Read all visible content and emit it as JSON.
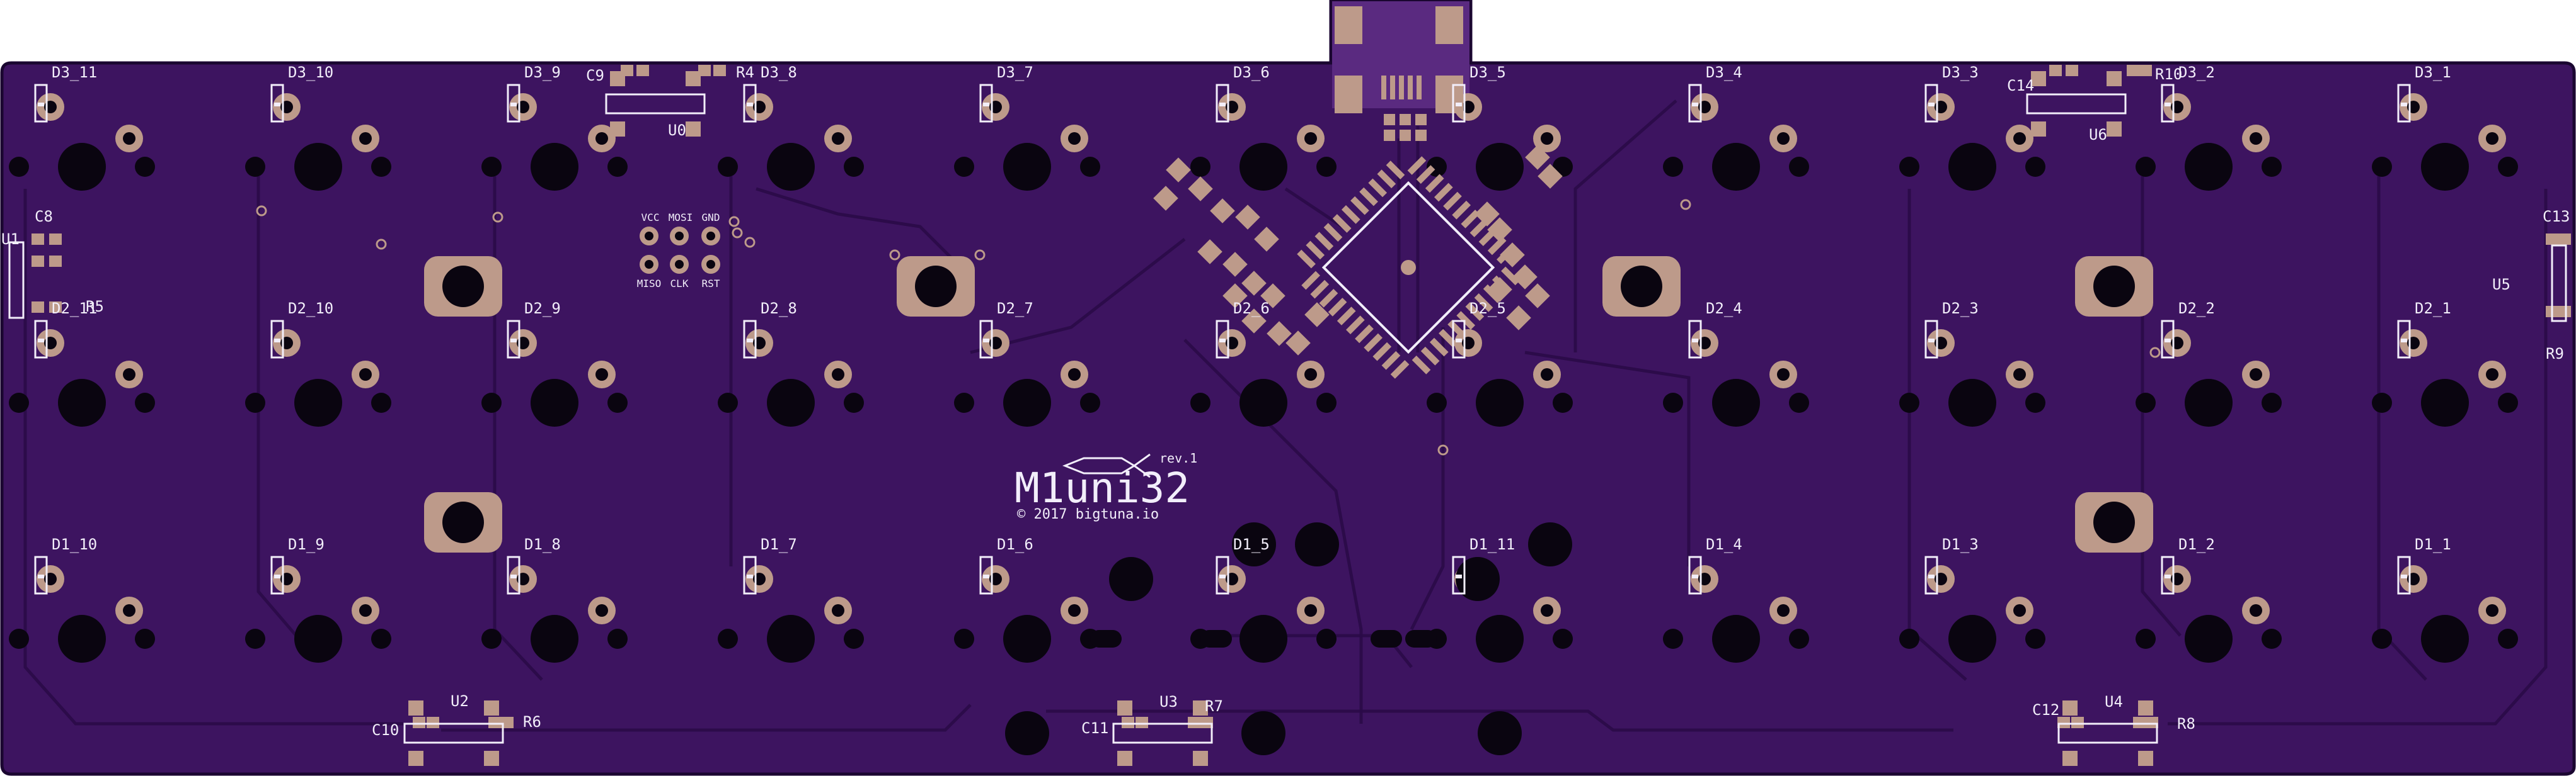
{
  "board": {
    "colors": {
      "substrate": "#3d1460",
      "trace": "#2a0a48",
      "outline": "#1a0630",
      "pad": "#bd9a8a",
      "pad_dark": "#a07f70",
      "hole": "#0a0510",
      "silk": "#f2eefa",
      "usb": "#5a2a80"
    },
    "logo": {
      "text": "M1uni32",
      "revision": "rev.1",
      "copyright": "© 2017 bigtuna.io"
    },
    "header_labels": [
      "VCC",
      "MOSI",
      "GND",
      "MISO",
      "CLK",
      "RST"
    ],
    "diodes_row3": [
      "D3_11",
      "D3_10",
      "D3_9",
      "D3_8",
      "D3_7",
      "D3_6",
      "D3_5",
      "D3_4",
      "D3_3",
      "D3_2",
      "D3_1"
    ],
    "diodes_row2": [
      "D2_11",
      "D2_10",
      "D2_9",
      "D2_8",
      "D2_7",
      "D2_6",
      "D2_5",
      "D2_4",
      "D2_3",
      "D2_2",
      "D2_1"
    ],
    "diodes_row1": [
      "D1_10",
      "D1_9",
      "D1_8",
      "D1_7",
      "D1_6",
      "D1_5",
      "D1_11",
      "D1_4",
      "D1_3",
      "D1_2",
      "D1_1"
    ],
    "components": [
      "C8",
      "U1",
      "R5",
      "C9",
      "R4",
      "U0",
      "C14",
      "R10",
      "U6",
      "C13",
      "U5",
      "R9",
      "C10",
      "U2",
      "R6",
      "C11",
      "U3",
      "R7",
      "C12",
      "U4",
      "R8"
    ]
  }
}
